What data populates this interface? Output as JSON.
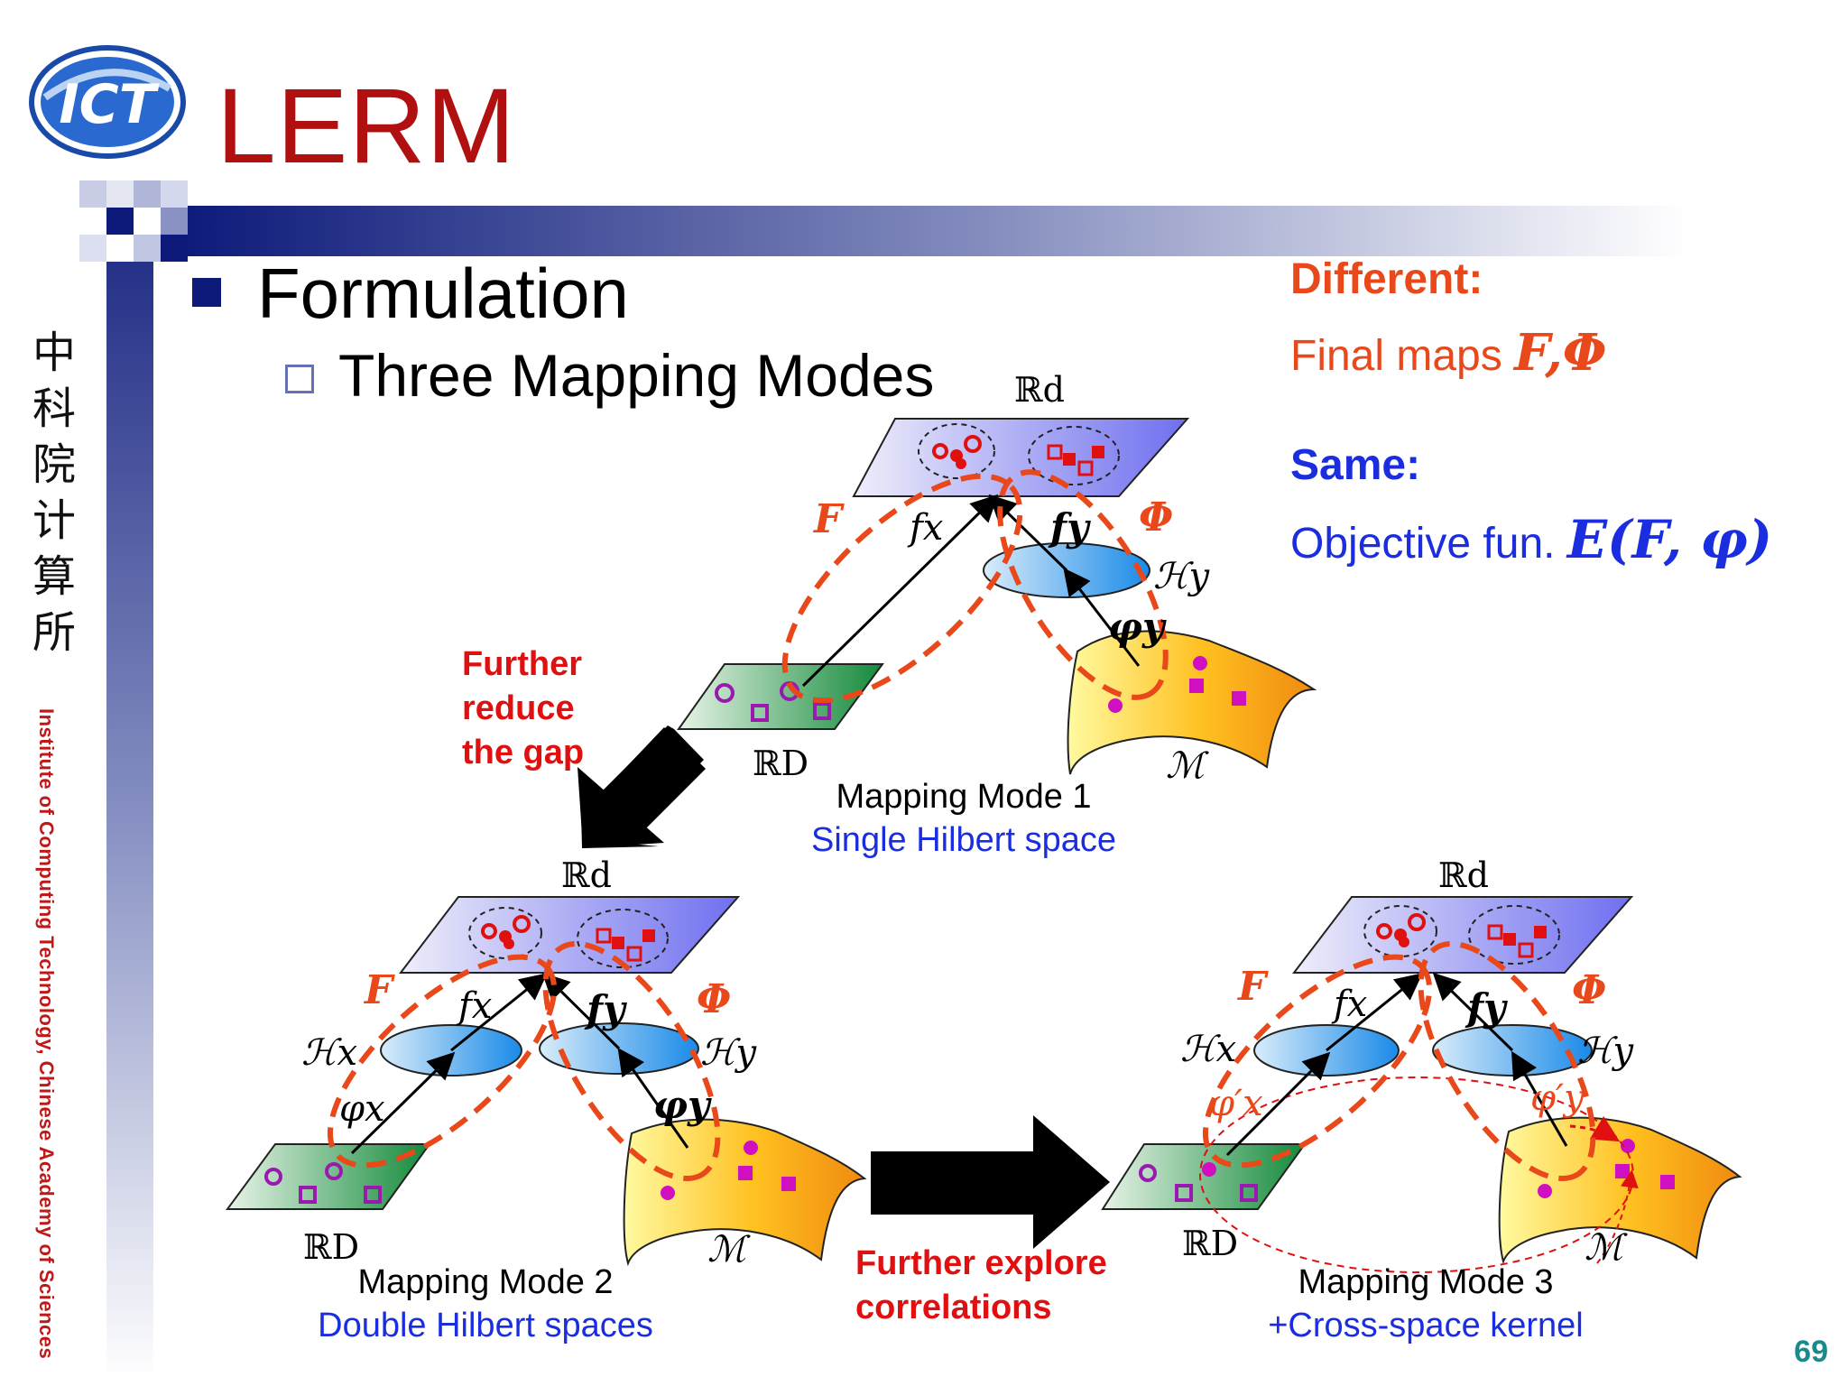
{
  "slide": {
    "logo_text": "ICT",
    "title": "LERM",
    "heading": "Formulation",
    "subheading": "Three Mapping Modes",
    "institute_cn": "中科院计算所",
    "institute_en": "Institute of Computing Technology, Chinese Academy of Sciences",
    "page_number": "69"
  },
  "right_panel": {
    "different_label": "Different:",
    "final_maps_text": "Final maps",
    "final_maps_math": "F,Φ",
    "same_label": "Same:",
    "objective_text": "Objective fun.",
    "objective_math": "E(F, φ)"
  },
  "notes": {
    "reduce_gap": [
      "Further",
      "reduce",
      "the gap"
    ],
    "explore": [
      "Further explore",
      "correlations"
    ]
  },
  "modes": [
    {
      "caption": "Mapping Mode 1",
      "subcaption": "Single Hilbert space"
    },
    {
      "caption": "Mapping Mode 2",
      "subcaption": "Double Hilbert spaces"
    },
    {
      "caption": "Mapping Mode 3",
      "subcaption": "+Cross-space kernel"
    }
  ],
  "labels": {
    "Rd": "ℝd",
    "RD": "ℝD",
    "M": "ℳ",
    "F": "F",
    "Phi": "Φ",
    "fx": "fx",
    "fy": "fy",
    "Hx": "ℋx",
    "Hy": "ℋy",
    "phix": "φx",
    "phiy": "φy",
    "phix_prime": "φ′x",
    "phiy_prime": "φ′y"
  },
  "colors": {
    "title": "#b01010",
    "accent_red": "#e8481a",
    "accent_blue": "#1a2ee0",
    "navy": "#0d1a7a"
  }
}
